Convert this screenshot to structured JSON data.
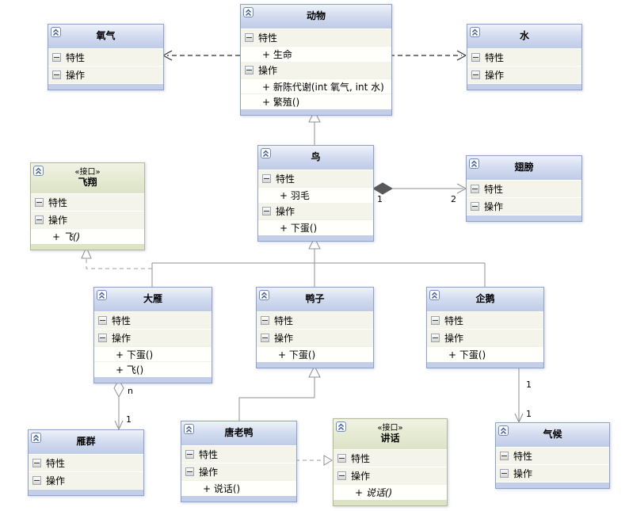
{
  "icons": {
    "collapse": "double-chevron-up-icon",
    "section_toggle": "minus-icon"
  },
  "classes": [
    {
      "title": "动物",
      "rows": [
        {
          "label": "特性"
        },
        {
          "label": "+ 生命"
        },
        {
          "label": "操作"
        },
        {
          "label": "+ 新陈代谢(int 氧气, int 水)"
        },
        {
          "label": "+ 繁殖()"
        }
      ]
    },
    {
      "title": "氧气",
      "rows": [
        {
          "label": "特性"
        },
        {
          "label": "操作"
        }
      ]
    },
    {
      "title": "水",
      "rows": [
        {
          "label": "特性"
        },
        {
          "label": "操作"
        }
      ]
    },
    {
      "title": "鸟",
      "rows": [
        {
          "label": "特性"
        },
        {
          "label": "+ 羽毛"
        },
        {
          "label": "操作"
        },
        {
          "label": "+ 下蛋()"
        }
      ]
    },
    {
      "title": "翅膀",
      "rows": [
        {
          "label": "特性"
        },
        {
          "label": "操作"
        }
      ]
    },
    {
      "title": "飞翔",
      "stereotype": "«接口»",
      "rows": [
        {
          "label": "特性"
        },
        {
          "label": "操作"
        },
        {
          "label": "+ 飞()"
        }
      ]
    },
    {
      "title": "大雁",
      "rows": [
        {
          "label": "特性"
        },
        {
          "label": "操作"
        },
        {
          "label": "+ 下蛋()"
        },
        {
          "label": "+ 飞()"
        }
      ]
    },
    {
      "title": "鸭子",
      "rows": [
        {
          "label": "特性"
        },
        {
          "label": "操作"
        },
        {
          "label": "+ 下蛋()"
        }
      ]
    },
    {
      "title": "企鹅",
      "rows": [
        {
          "label": "特性"
        },
        {
          "label": "操作"
        },
        {
          "label": "+ 下蛋()"
        }
      ]
    },
    {
      "title": "雁群",
      "rows": [
        {
          "label": "特性"
        },
        {
          "label": "操作"
        }
      ]
    },
    {
      "title": "唐老鸭",
      "rows": [
        {
          "label": "特性"
        },
        {
          "label": "操作"
        },
        {
          "label": "+ 说话()"
        }
      ]
    },
    {
      "title": "讲话",
      "stereotype": "«接口»",
      "rows": [
        {
          "label": "特性"
        },
        {
          "label": "操作"
        },
        {
          "label": "+ 说话()"
        }
      ]
    },
    {
      "title": "气候",
      "rows": [
        {
          "label": "特性"
        },
        {
          "label": "操作"
        }
      ]
    }
  ],
  "connector_labels": {
    "bird_wings_source": "1",
    "bird_wings_target": "2",
    "goose_flock_source": "n",
    "goose_flock_target": "1",
    "penguin_climate_source": "1",
    "penguin_climate_target": "1"
  },
  "colors": {
    "class_header": "#bfcbe7",
    "interface_header": "#dce3c6",
    "class_border": "#8ea3c7",
    "interface_border": "#b3b896",
    "section_row": "#f4f4ea",
    "dependency_line": "#2f2f2f",
    "association_line": "#8f8f8f"
  }
}
